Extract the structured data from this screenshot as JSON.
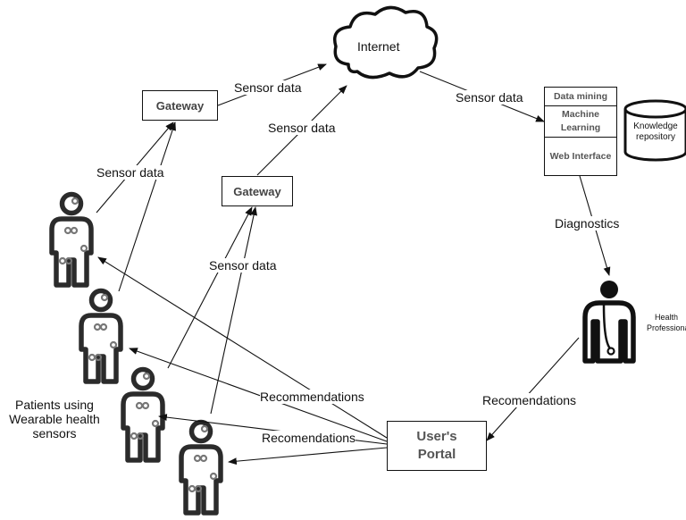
{
  "nodes": {
    "internet": "Internet",
    "gateway_1": "Gateway",
    "gateway_2": "Gateway",
    "data_mining": "Data mining",
    "machine_learning": "Machine Learning",
    "web_interface": "Web Interface",
    "knowledge_repository": "Knowledge repository",
    "health_professional": "Health Professiona",
    "users_portal": "User's Portal",
    "patients": "Patients using Wearable health sensors"
  },
  "edges": {
    "sensor_data_gw1_internet": "Sensor data",
    "sensor_data_gw2_internet": "Sensor data",
    "sensor_data_internet_server": "Sensor data",
    "sensor_data_patient_gw1": "Sensor data",
    "sensor_data_patient_gw2": "Sensor data",
    "diagnostics": "Diagnostics",
    "recomendations_professional_portal": "Recomendations",
    "recommendations_portal_patients": "Recommendations",
    "recomendations_portal_patient3": "Recomendations"
  },
  "colors": {
    "stroke": "#111111",
    "figure": "#2b2b2b",
    "sensor": "#777777"
  }
}
